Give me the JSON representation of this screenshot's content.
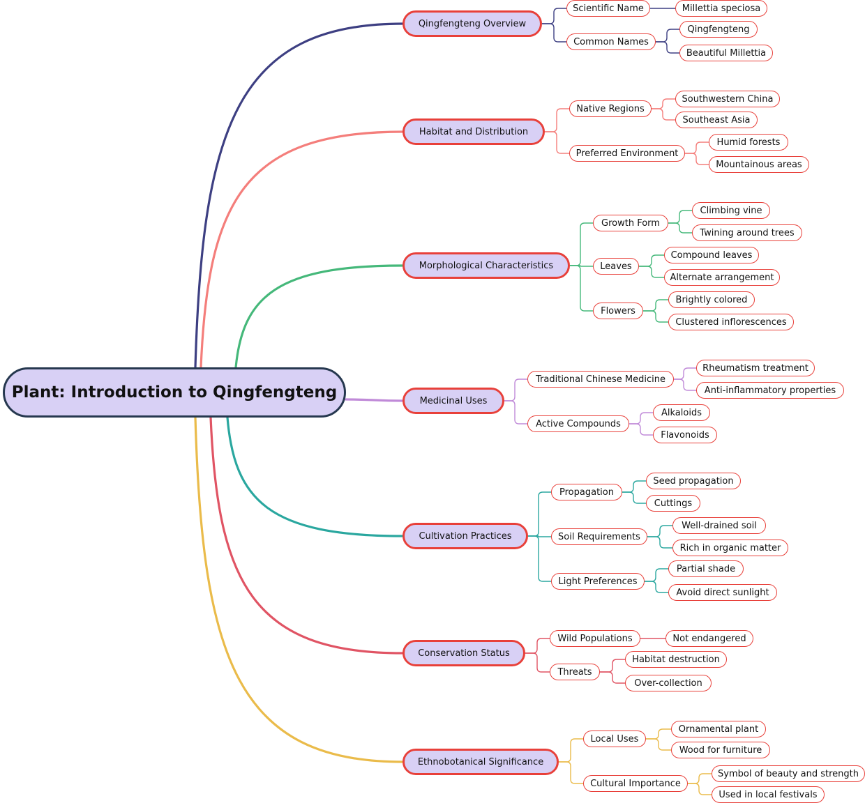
{
  "root": {
    "label": "Plant: Introduction to Qingfengteng"
  },
  "branches": [
    {
      "label": "Qingfengteng Overview",
      "color": "#3d3f82",
      "children": [
        {
          "label": "Scientific Name",
          "children": [
            "Millettia speciosa"
          ]
        },
        {
          "label": "Common Names",
          "children": [
            "Qingfengteng",
            "Beautiful Millettia"
          ]
        }
      ]
    },
    {
      "label": "Habitat and Distribution",
      "color": "#f47e7b",
      "children": [
        {
          "label": "Native Regions",
          "children": [
            "Southwestern China",
            "Southeast Asia"
          ]
        },
        {
          "label": "Preferred Environment",
          "children": [
            "Humid forests",
            "Mountainous areas"
          ]
        }
      ]
    },
    {
      "label": "Morphological Characteristics",
      "color": "#45b87a",
      "children": [
        {
          "label": "Growth Form",
          "children": [
            "Climbing vine",
            "Twining around trees"
          ]
        },
        {
          "label": "Leaves",
          "children": [
            "Compound leaves",
            "Alternate arrangement"
          ]
        },
        {
          "label": "Flowers",
          "children": [
            "Brightly colored",
            "Clustered inflorescences"
          ]
        }
      ]
    },
    {
      "label": "Medicinal Uses",
      "color": "#c08ad8",
      "children": [
        {
          "label": "Traditional Chinese Medicine",
          "children": [
            "Rheumatism treatment",
            "Anti-inflammatory properties"
          ]
        },
        {
          "label": "Active Compounds",
          "children": [
            "Alkaloids",
            "Flavonoids"
          ]
        }
      ]
    },
    {
      "label": "Cultivation Practices",
      "color": "#2aa79f",
      "children": [
        {
          "label": "Propagation",
          "children": [
            "Seed propagation",
            "Cuttings"
          ]
        },
        {
          "label": "Soil Requirements",
          "children": [
            "Well-drained soil",
            "Rich in organic matter"
          ]
        },
        {
          "label": "Light Preferences",
          "children": [
            "Partial shade",
            "Avoid direct sunlight"
          ]
        }
      ]
    },
    {
      "label": "Conservation Status",
      "color": "#e05464",
      "children": [
        {
          "label": "Wild Populations",
          "children": [
            "Not endangered"
          ]
        },
        {
          "label": "Threats",
          "children": [
            "Habitat destruction",
            "Over-collection"
          ]
        }
      ]
    },
    {
      "label": "Ethnobotanical Significance",
      "color": "#eabb4a",
      "children": [
        {
          "label": "Local Uses",
          "children": [
            "Ornamental plant",
            "Wood for furniture"
          ]
        },
        {
          "label": "Cultural Importance",
          "children": [
            "Symbol of beauty and strength",
            "Used in local festivals"
          ]
        }
      ]
    }
  ]
}
